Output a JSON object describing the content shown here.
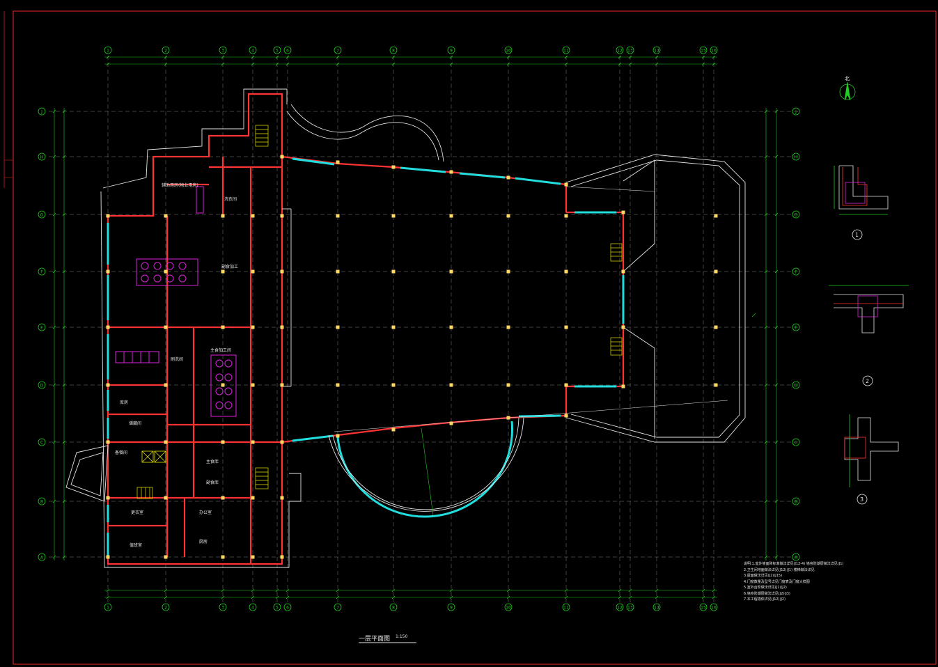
{
  "drawing": {
    "title": "一层平面图",
    "scale": "1:150",
    "north_label": "北",
    "colors": {
      "background": "#000000",
      "frame": "#cc2222",
      "grid": "#22cc22",
      "wall": "#ff3333",
      "window": "#22dddd",
      "outline": "#e6e6e6",
      "equipment": "#dd22dd",
      "column": "#ffd966",
      "stair": "#e6e600"
    }
  },
  "grids": {
    "columns": [
      "1",
      "2",
      "3",
      "4",
      "5",
      "6",
      "7",
      "8",
      "9",
      "10",
      "11",
      "12",
      "13",
      "14",
      "15",
      "16"
    ],
    "rows": [
      "A",
      "B",
      "C",
      "D",
      "E",
      "F",
      "G",
      "H",
      "J"
    ]
  },
  "rooms": [
    "辅助用房(物业用房)",
    "洗衣间",
    "库房",
    "储藏间",
    "更衣室",
    "主食加工间",
    "副食加工",
    "刷洗间",
    "主食库",
    "副食库",
    "办公室",
    "值班室",
    "厨房",
    "备餐间"
  ],
  "details": {
    "labels": [
      "1",
      "2",
      "3"
    ]
  },
  "notes": [
    "说明:1.室外墙面砖标准做法详见(J12-4) 墙身防潮层做法详见(J1)",
    "2.卫生间地面做法详见(J12)(J1) 楼梯做法详见",
    "3.屋面做法详见(J2)(J15)",
    "4.门窗数量及型号详见门窗表及门窗大样图",
    "5.室外台阶做法详见(J1)(J2)",
    "6.墙身防潮层做法详见(J2)(J3)",
    "7.本工程墙体详见(J12)(J2)"
  ]
}
